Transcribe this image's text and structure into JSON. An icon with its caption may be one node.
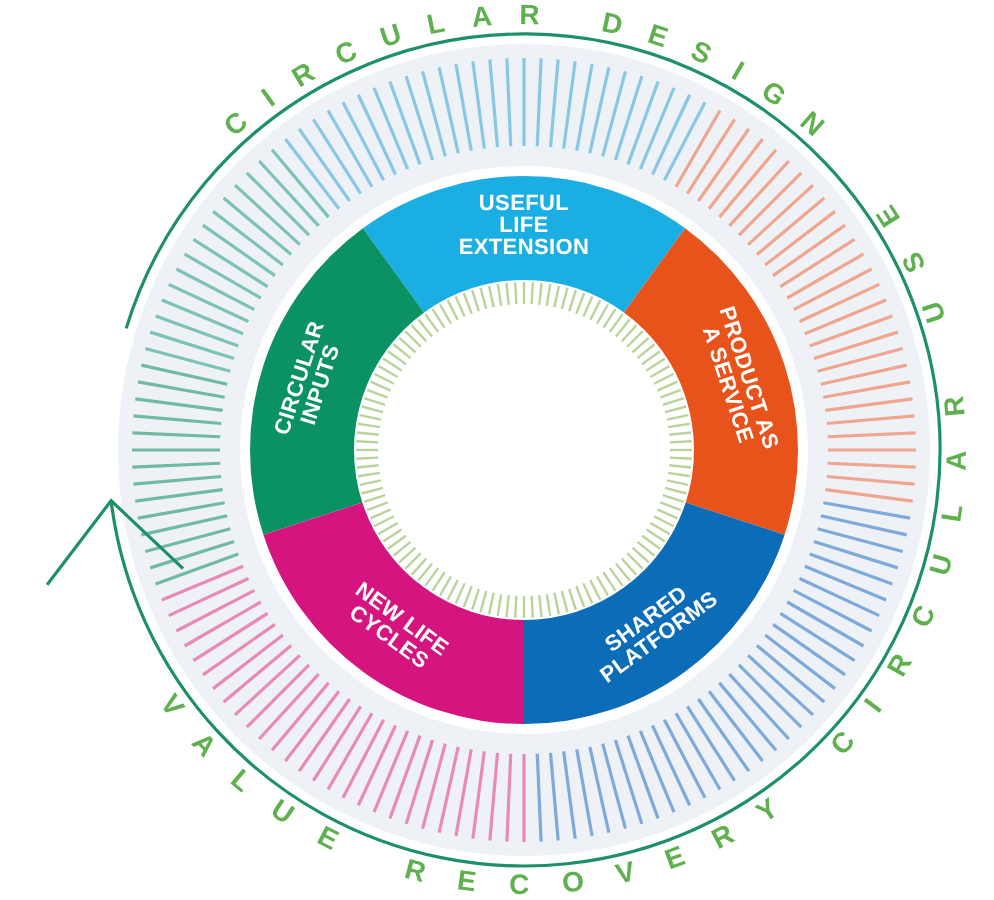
{
  "diagram": {
    "nodes": [
      {
        "text": [
          "USEFUL LIFE EXTENSION"
        ]
      },
      {
        "text": [
          "CIRCULAR INPUTS"
        ]
      },
      {
        "text": [
          "PRODUCT AS A SERVICE"
        ]
      },
      {
        "text": [
          "NEW LIFE CYCLES"
        ]
      },
      {
        "text": [
          "SHARED PLATFORMS"
        ]
      }
    ],
    "labels": [
      "CIRCULAR DESIGN",
      "CIRCULAR USE",
      "VALUE RECOVERY"
    ]
  }
}
